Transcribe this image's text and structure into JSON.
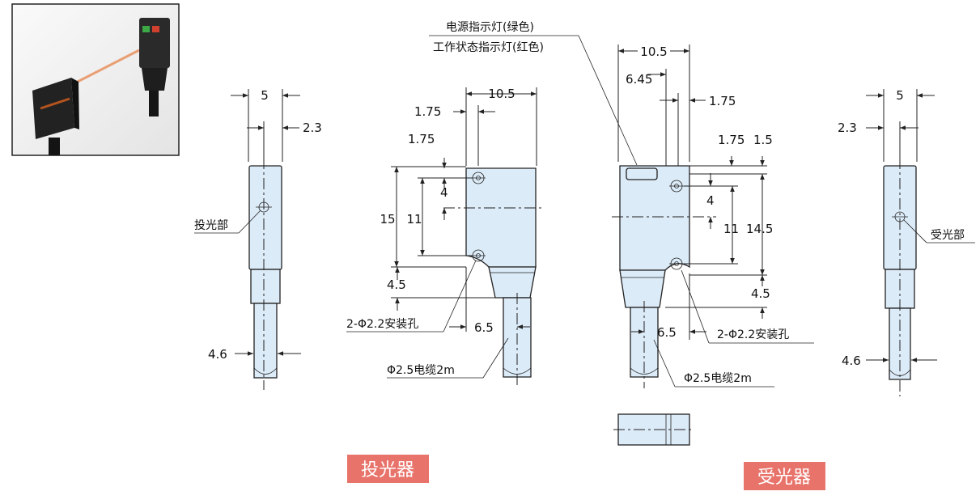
{
  "emitter": {
    "title": "投光器",
    "side": {
      "width": "5",
      "lens_offset": "2.3",
      "cable_dia": "4.6",
      "lens_label": "投光部"
    },
    "front": {
      "width": "10.5",
      "hole_edge_x": "1.75",
      "hole_edge_y": "1.75",
      "hole_to_hole": "11",
      "height": "15",
      "center_to_hole": "4",
      "bottom_gap": "4.5",
      "cable_offset": "6.5",
      "hole_label": "2-Φ2.2安装孔",
      "cable_label": "Φ2.5电缆2m"
    }
  },
  "receiver": {
    "title": "受光器",
    "front": {
      "width": "10.5",
      "left_to_hole": "6.45",
      "hole_edge_x": "1.75",
      "hole_edge_y": "1.75",
      "top_gap": "1.5",
      "center_to_hole": "4",
      "hole_to_hole": "11",
      "height": "14.5",
      "bottom_gap": "4.5",
      "cable_offset": "6.5",
      "hole_label": "2-Φ2.2安装孔",
      "cable_label": "Φ2.5电缆2m",
      "power_led_label": "电源指示灯(绿色)",
      "status_led_label": "工作状态指示灯(红色)"
    },
    "side": {
      "width": "5",
      "lens_offset": "2.3",
      "cable_dia": "4.6",
      "lens_label": "受光部"
    }
  },
  "colors": {
    "title_bg": "#e8736b",
    "body_fill": "#dcebf8"
  }
}
